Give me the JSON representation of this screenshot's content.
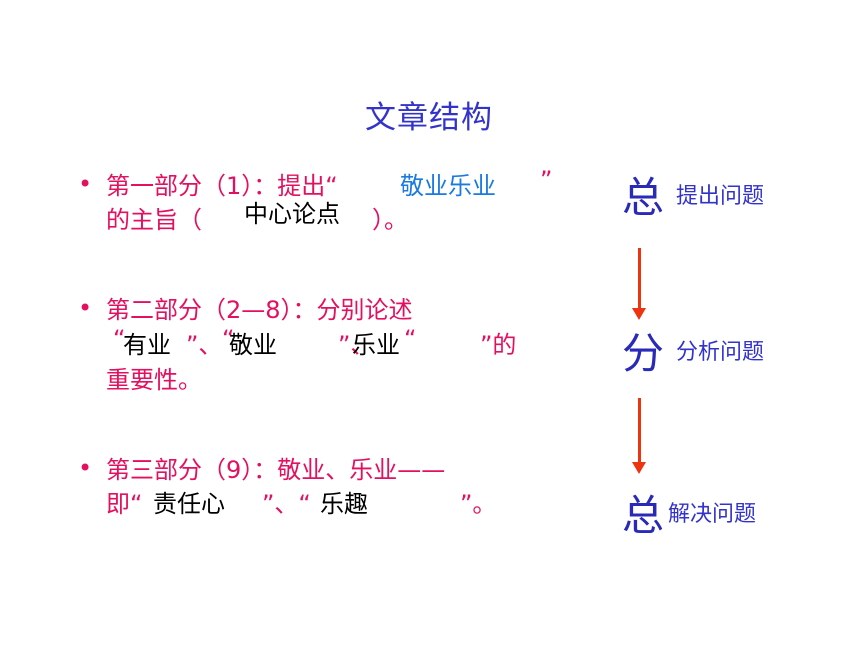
{
  "title": "文章结构",
  "bullet_glyph": "•",
  "sections": [
    {
      "line1": "第一部分（1）：提出“",
      "fill1": "敬业乐业",
      "line1_close": "”",
      "line2_pre": "的主旨（",
      "fill2": "中心论点",
      "line2_post": "）。"
    },
    {
      "line1": "第二部分（2—8）：分别论述",
      "q1": "“",
      "fill1": "有业",
      "q1_close": "”、",
      "q2": "“",
      "fill2": "敬业",
      "q2_close": "”、",
      "q3": "“",
      "fill3": "乐业",
      "q3_close": "”的",
      "line3": "重要性。"
    },
    {
      "line1": "第三部分（9）：敬业、乐业——",
      "line2_pre": "即“",
      "fill1": "责任心",
      "mid": "”、“",
      "fill2": "乐趣",
      "line2_post": "”。"
    }
  ],
  "structure": [
    {
      "big": "总",
      "label": "提出问题"
    },
    {
      "big": "分",
      "label": "分析问题"
    },
    {
      "big": "总",
      "label": "解决问题"
    }
  ],
  "colors": {
    "title": "#3333cc",
    "text": "#e4105f",
    "blue_fill": "#1a7ae0",
    "arrow": "#ee3311"
  }
}
